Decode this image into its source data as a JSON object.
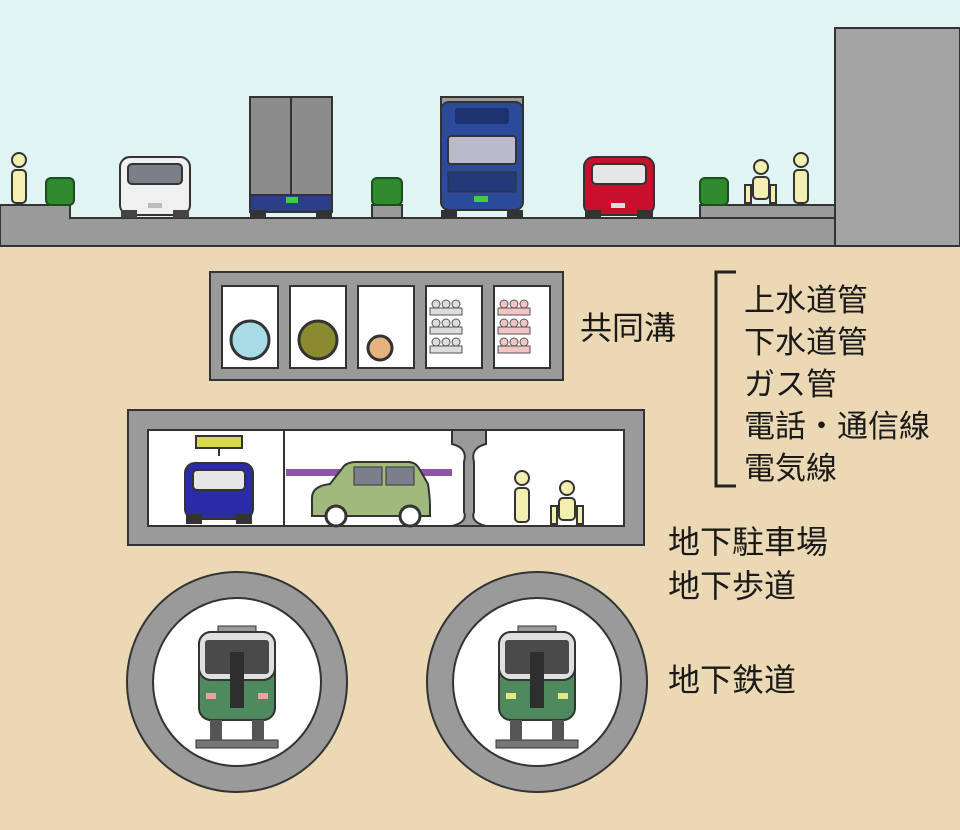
{
  "labels": {
    "utility_tunnel": "共同溝",
    "utilities": [
      "上水道管",
      "下水道管",
      "ガス管",
      "電話・通信線",
      "電気線"
    ],
    "parking_and_walkway": [
      "地下駐車場",
      "地下歩道"
    ],
    "subway": "地下鉄道"
  },
  "colors": {
    "sky": "#dff4f3",
    "ground": "#ead9b4",
    "concrete": "#999999",
    "outline": "#333333",
    "water_pipe": "#a9dce6",
    "sewer_pipe": "#8a8a2e",
    "gas_pipe": "#e6b27f",
    "phone_cable": "#dddddd",
    "power_cable": "#f3c4c4",
    "person": "#f2efb0",
    "bush": "#2f8a2f",
    "truck_blue": "#2b4a9a",
    "car_red": "#c8102e",
    "car_green": "#9fba7c",
    "car_purple": "#2b2ba8",
    "parking_rail": "#9055a2",
    "sign_yellow": "#d8d94a",
    "train_green": "#4f8a5f"
  }
}
